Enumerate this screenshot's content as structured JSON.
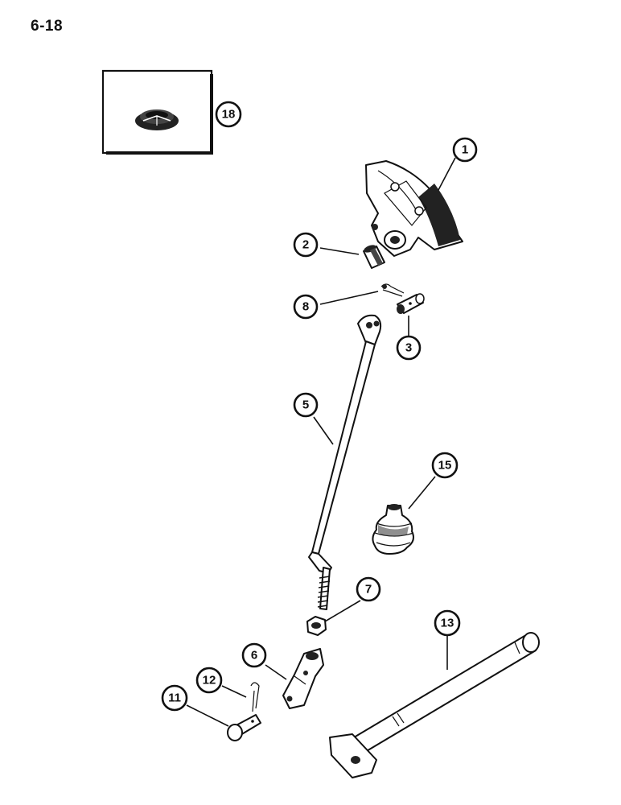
{
  "page": {
    "number": "6-18"
  },
  "callouts": [
    {
      "id": "18",
      "label": "18"
    },
    {
      "id": "1",
      "label": "1"
    },
    {
      "id": "2",
      "label": "2"
    },
    {
      "id": "8",
      "label": "8"
    },
    {
      "id": "3",
      "label": "3"
    },
    {
      "id": "5",
      "label": "5"
    },
    {
      "id": "15",
      "label": "15"
    },
    {
      "id": "7",
      "label": "7"
    },
    {
      "id": "13",
      "label": "13"
    },
    {
      "id": "6",
      "label": "6"
    },
    {
      "id": "12",
      "label": "12"
    },
    {
      "id": "11",
      "label": "11"
    }
  ]
}
